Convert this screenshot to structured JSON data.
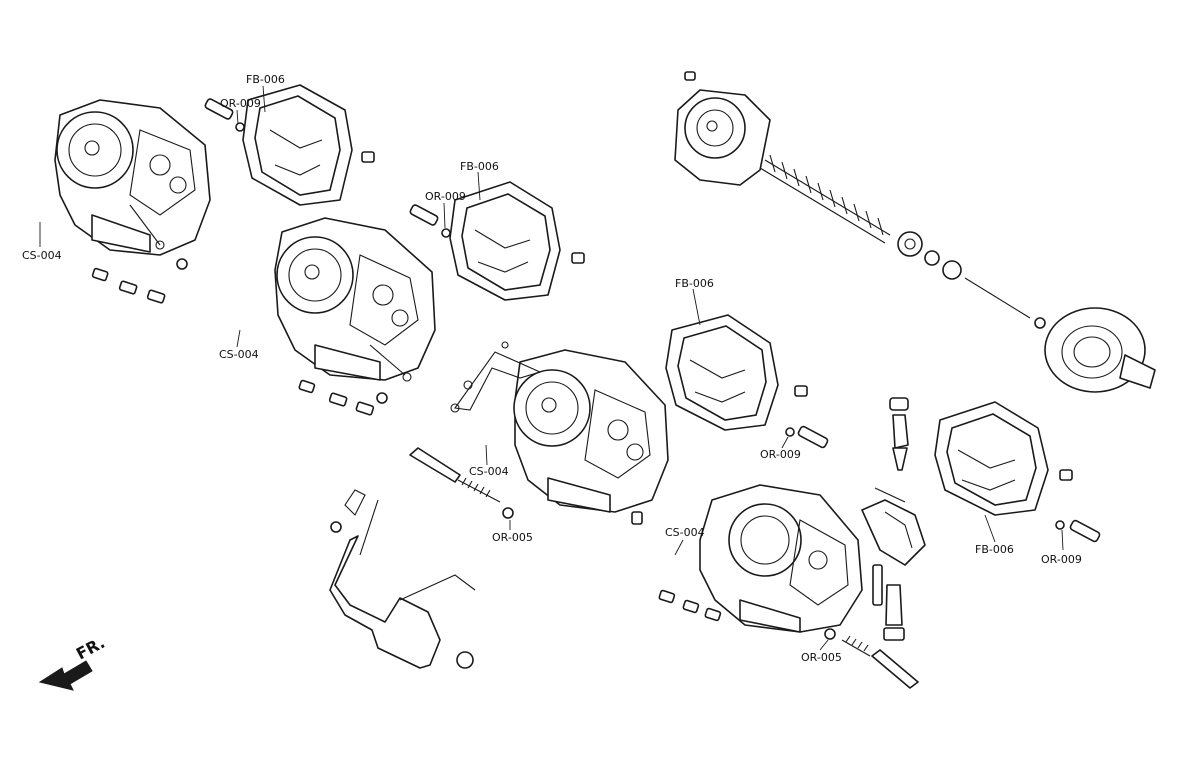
{
  "colors": {
    "ink": "#1a1a1a",
    "paper": "#ffffff"
  },
  "direction_label": "FR.",
  "labels": {
    "fb006_a": "FB-006",
    "fb006_b": "FB-006",
    "fb006_c": "FB-006",
    "fb006_d": "FB-006",
    "or009_a": "OR-009",
    "or009_b": "OR-009",
    "or009_c": "OR-009",
    "or009_d": "OR-009",
    "cs004_a": "CS-004",
    "cs004_b": "CS-004",
    "cs004_c": "CS-004",
    "cs004_d": "CS-004",
    "or005_a": "OR-005",
    "or005_b": "OR-005"
  }
}
